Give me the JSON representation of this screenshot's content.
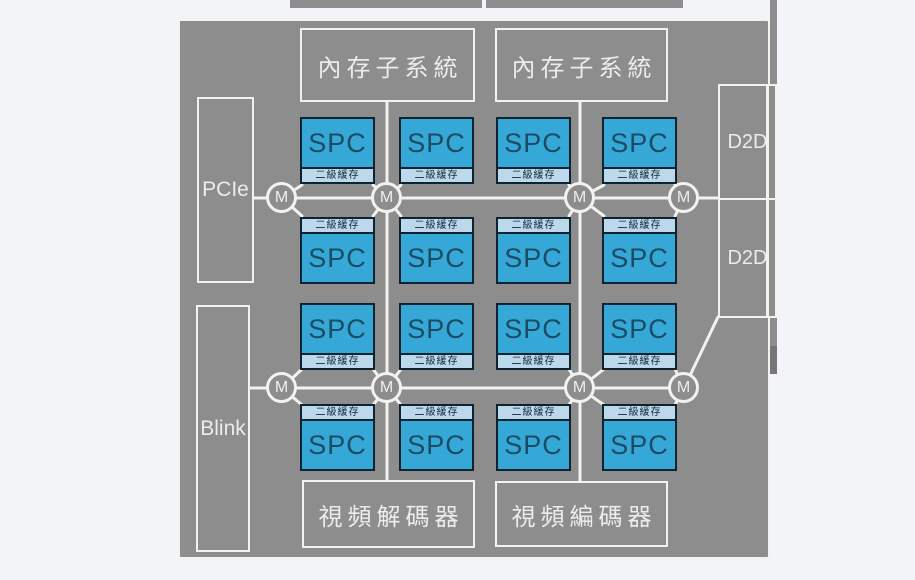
{
  "diagram": {
    "memory_subsystem": {
      "label": "內存子系統",
      "count": 2
    },
    "pcie": {
      "label": "PCIe"
    },
    "blink": {
      "label": "Blink"
    },
    "d2d": {
      "label": "D2D",
      "count": 2
    },
    "video_decoder": {
      "label": "視頻解碼器"
    },
    "video_encoder": {
      "label": "視頻編碼器"
    },
    "spc": {
      "label": "SPC",
      "count": 16,
      "grid": "4x4"
    },
    "l2_cache": {
      "label": "二級緩存"
    },
    "mesh_node": {
      "label": "M",
      "count": 8
    },
    "colors": {
      "die_gray": "#8d8d8d",
      "wire_white": "#f2f2f1",
      "spc_blue": "#35a8d8",
      "spc_border": "#0f2230",
      "spc_text": "#1b4c64",
      "cache_blue": "#bcd9ec",
      "box_text": "#ececec",
      "page_bg": "#f2f4f7"
    }
  }
}
